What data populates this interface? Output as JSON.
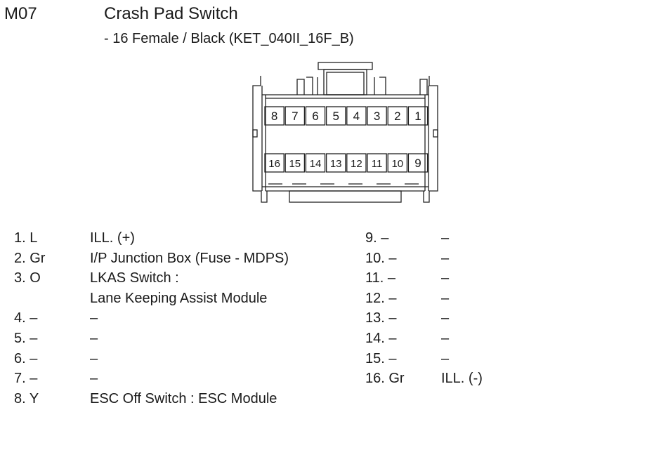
{
  "header": {
    "code": "M07",
    "title": "Crash Pad Switch",
    "subtitle": "- 16 Female / Black (KET_040II_16F_B)"
  },
  "connector": {
    "top_row": [
      "8",
      "7",
      "6",
      "5",
      "4",
      "3",
      "2",
      "1"
    ],
    "bottom_row": [
      "16",
      "15",
      "14",
      "13",
      "12",
      "11",
      "10",
      "9"
    ]
  },
  "pins_left": [
    {
      "num": "1. L",
      "desc": "ILL. (+)"
    },
    {
      "num": "2. Gr",
      "desc": "I/P Junction Box (Fuse - MDPS)"
    },
    {
      "num": "3. O",
      "desc": "LKAS Switch :"
    },
    {
      "num": "",
      "desc": "Lane Keeping Assist Module"
    },
    {
      "num": "4. –",
      "desc": "–"
    },
    {
      "num": "5. –",
      "desc": "–"
    },
    {
      "num": "6. –",
      "desc": "–"
    },
    {
      "num": "7. –",
      "desc": "–"
    },
    {
      "num": "8. Y",
      "desc": "ESC Off Switch : ESC Module"
    }
  ],
  "pins_right": [
    {
      "num": "9. –",
      "desc": "–"
    },
    {
      "num": "10. –",
      "desc": "–"
    },
    {
      "num": "11. –",
      "desc": "–"
    },
    {
      "num": "12. –",
      "desc": "–"
    },
    {
      "num": "13. –",
      "desc": "–"
    },
    {
      "num": "14. –",
      "desc": "–"
    },
    {
      "num": "15. –",
      "desc": "–"
    },
    {
      "num": "16. Gr",
      "desc": "ILL. (-)"
    }
  ]
}
